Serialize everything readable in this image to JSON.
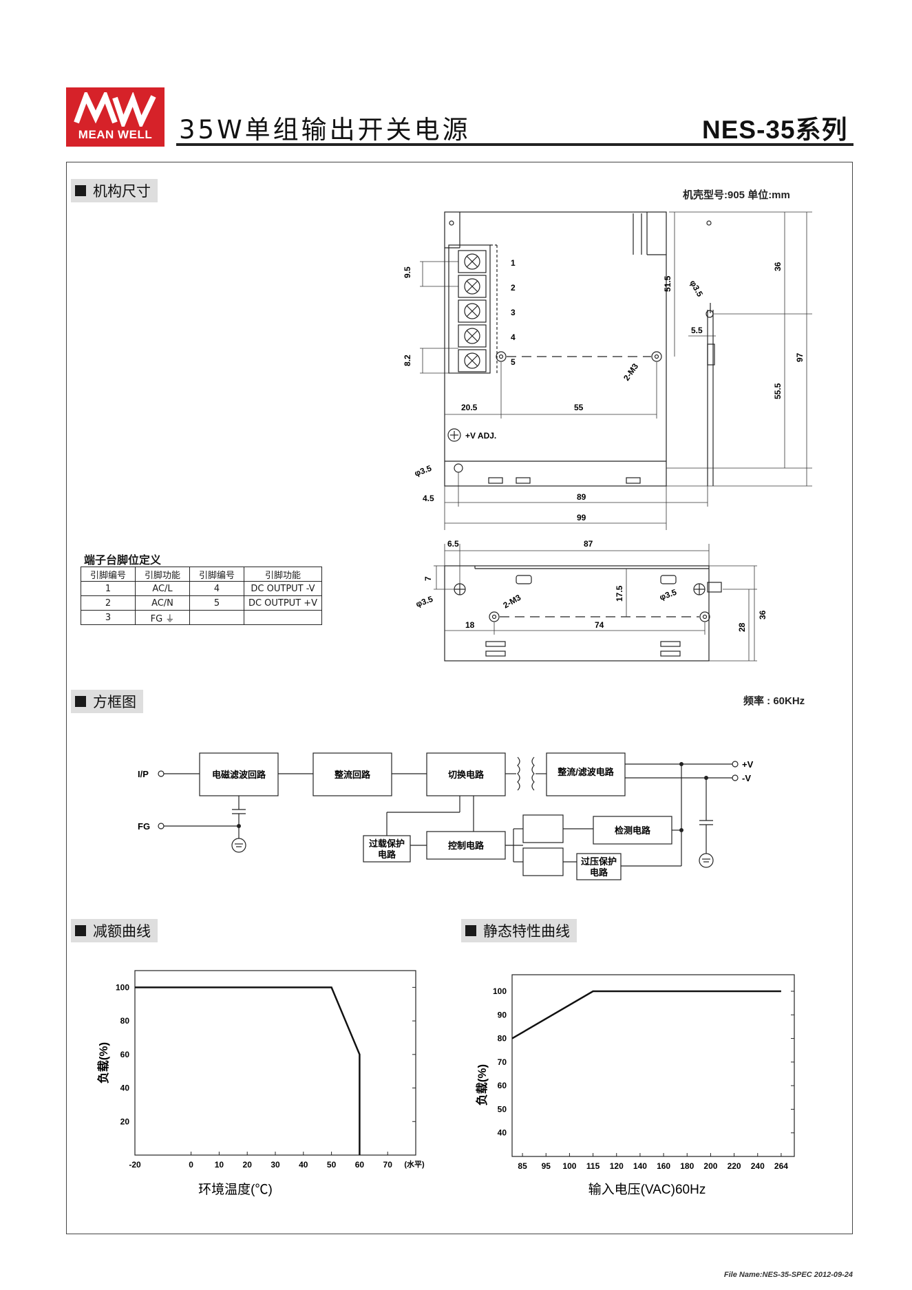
{
  "header": {
    "logo_text": "MEAN WELL",
    "title": "35W单组输出开关电源",
    "series": "NES-35系列"
  },
  "mechanical": {
    "heading": "机构尺寸",
    "case_note": "机壳型号:905   单位:mm",
    "pin_numbers": [
      "1",
      "2",
      "3",
      "4",
      "5"
    ],
    "vadj_label": "+V ADJ.",
    "dims": {
      "d95": "9.5",
      "d82": "8.2",
      "d515": "51.5",
      "d36": "36",
      "d55": "5.5",
      "d555": "55.5",
      "d97": "97",
      "d205": "20.5",
      "d55b": "55",
      "d45": "4.5",
      "d89": "89",
      "d99": "99",
      "phi35": "φ3.5",
      "m3": "2-M3",
      "d65": "6.5",
      "d87": "87",
      "d7": "7",
      "d175": "17.5",
      "d18": "18",
      "d74": "74",
      "d28": "28",
      "d36b": "36"
    }
  },
  "pin_table": {
    "title": "端子台脚位定义",
    "headers": [
      "引脚编号",
      "引脚功能",
      "引脚编号",
      "引脚功能"
    ],
    "rows": [
      [
        "1",
        "AC/L",
        "4",
        "DC OUTPUT -V"
      ],
      [
        "2",
        "AC/N",
        "5",
        "DC OUTPUT +V"
      ],
      [
        "3",
        "FG ⏚",
        "",
        ""
      ]
    ]
  },
  "block_diagram": {
    "heading": "方框图",
    "freq_note": "频率 : 60KHz",
    "ip_label": "I/P",
    "fg_label": "FG",
    "out_pos": "+V",
    "out_neg": "-V",
    "blocks": {
      "emi": "电磁滤波回路",
      "rect": "整流回路",
      "switch": "切换电路",
      "out_filter": "整流/滤波电路",
      "detect": "检测电路",
      "control": "控制电路",
      "olp": [
        "过载保护",
        "电路"
      ],
      "ovp": [
        "过压保护",
        "电路"
      ]
    }
  },
  "derating": {
    "heading": "减额曲线",
    "ylabel": "负载(%)",
    "xlabel": "环境温度(℃)",
    "x_unit": "(水平)"
  },
  "static": {
    "heading": "静态特性曲线",
    "ylabel": "负载(%)",
    "xlabel": "输入电压(VAC)60Hz"
  },
  "chart_data": [
    {
      "type": "line",
      "x_ticks": [
        "-20",
        "0",
        "10",
        "20",
        "30",
        "40",
        "50",
        "60",
        "70"
      ],
      "y_ticks": [
        "20",
        "40",
        "60",
        "80",
        "100"
      ],
      "x": [
        -20,
        50,
        60,
        60
      ],
      "y": [
        100,
        100,
        60,
        0
      ],
      "xlim": [
        -20,
        80
      ],
      "ylim": [
        0,
        110
      ]
    },
    {
      "type": "line",
      "x_ticks": [
        "85",
        "95",
        "100",
        "115",
        "120",
        "140",
        "160",
        "180",
        "200",
        "220",
        "240",
        "264"
      ],
      "y_ticks": [
        "40",
        "50",
        "60",
        "70",
        "80",
        "90",
        "100"
      ],
      "x": [
        85,
        115,
        264
      ],
      "y": [
        80,
        100,
        100
      ],
      "ylim": [
        30,
        107
      ]
    }
  ],
  "footer": "File Name:NES-35-SPEC   2012-09-24"
}
